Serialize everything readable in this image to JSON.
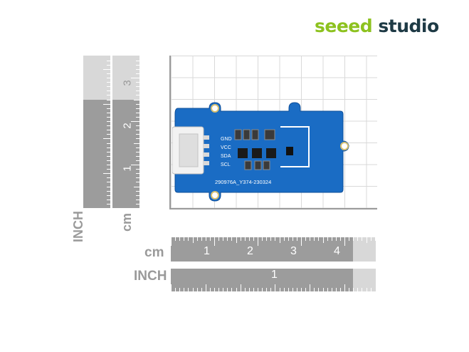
{
  "brand": {
    "word1": "seeed",
    "word2": "studio"
  },
  "ruler_cm": {
    "unit": "cm",
    "numbers": [
      "1",
      "2",
      "3",
      "4"
    ]
  },
  "ruler_inch": {
    "unit": "INCH",
    "numbers": [
      "1"
    ]
  },
  "vertical_rulers": {
    "inch_label": "INCH",
    "cm_label": "cm",
    "numbers": [
      "1",
      "2",
      "3"
    ]
  },
  "board": {
    "pins": [
      "GND",
      "VCC",
      "SDA",
      "SCL"
    ],
    "serial": "290976A_Y374-230324",
    "colors": {
      "pcb": "#1a6cc4",
      "connector": "#f2f2f2"
    }
  }
}
